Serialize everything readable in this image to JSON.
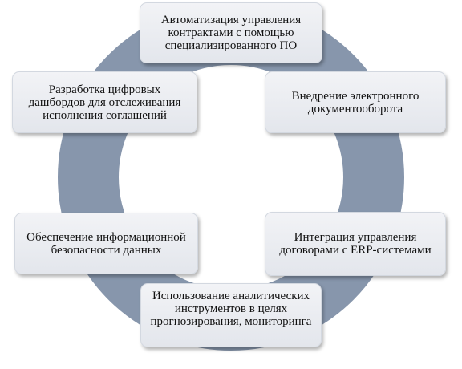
{
  "diagram": {
    "ring_color": "#8796ac",
    "node_fill": "#e8ebf0",
    "nodes": [
      {
        "text": "Автоматизация управления контрактами с помощью специализированного ПО"
      },
      {
        "text": "Внедрение электронного документооборота"
      },
      {
        "text": "Интеграция управления договорами с ERP-системами"
      },
      {
        "text": "Использование аналитических инструментов в целях прогнозирования, мониторинга"
      },
      {
        "text": "Обеспечение информационной безопасности данных"
      },
      {
        "text": "Разработка цифровых дашбордов для отслеживания исполнения соглашений"
      }
    ]
  }
}
